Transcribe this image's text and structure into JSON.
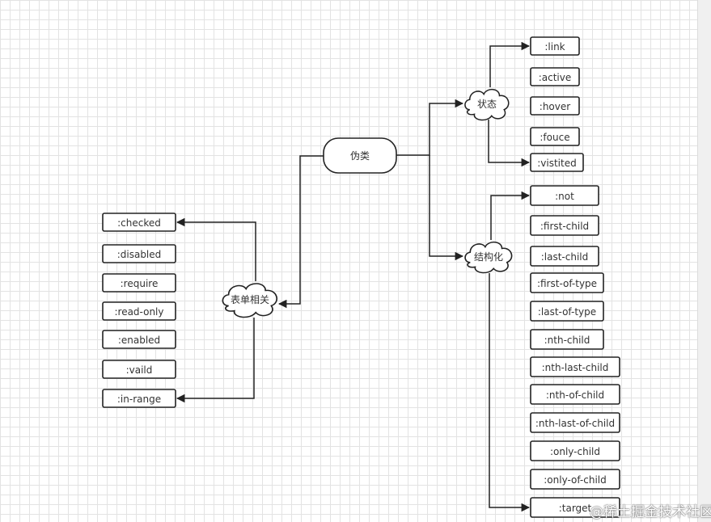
{
  "root": {
    "label": "伪类"
  },
  "branches": {
    "state": {
      "label": "状态",
      "items": [
        ":link",
        ":active",
        ":hover",
        ":fouce",
        ":vistited"
      ]
    },
    "structural": {
      "label": "结构化",
      "items": [
        ":not",
        ":first-child",
        ":last-child",
        ":first-of-type",
        ":last-of-type",
        ":nth-child",
        ":nth-last-child",
        ":nth-of-child",
        ":nth-last-of-child",
        ":only-child",
        ":only-of-child",
        ":target"
      ]
    },
    "form": {
      "label": "表单相关",
      "items": [
        ":checked",
        ":disabled",
        ":require",
        ":read-only",
        ":enabled",
        ":vaild",
        ":in-range"
      ]
    }
  },
  "watermark": "@稀土掘金技术社区",
  "colors": {
    "stroke": "#222222",
    "fill": "#ffffff",
    "text": "#333333"
  }
}
